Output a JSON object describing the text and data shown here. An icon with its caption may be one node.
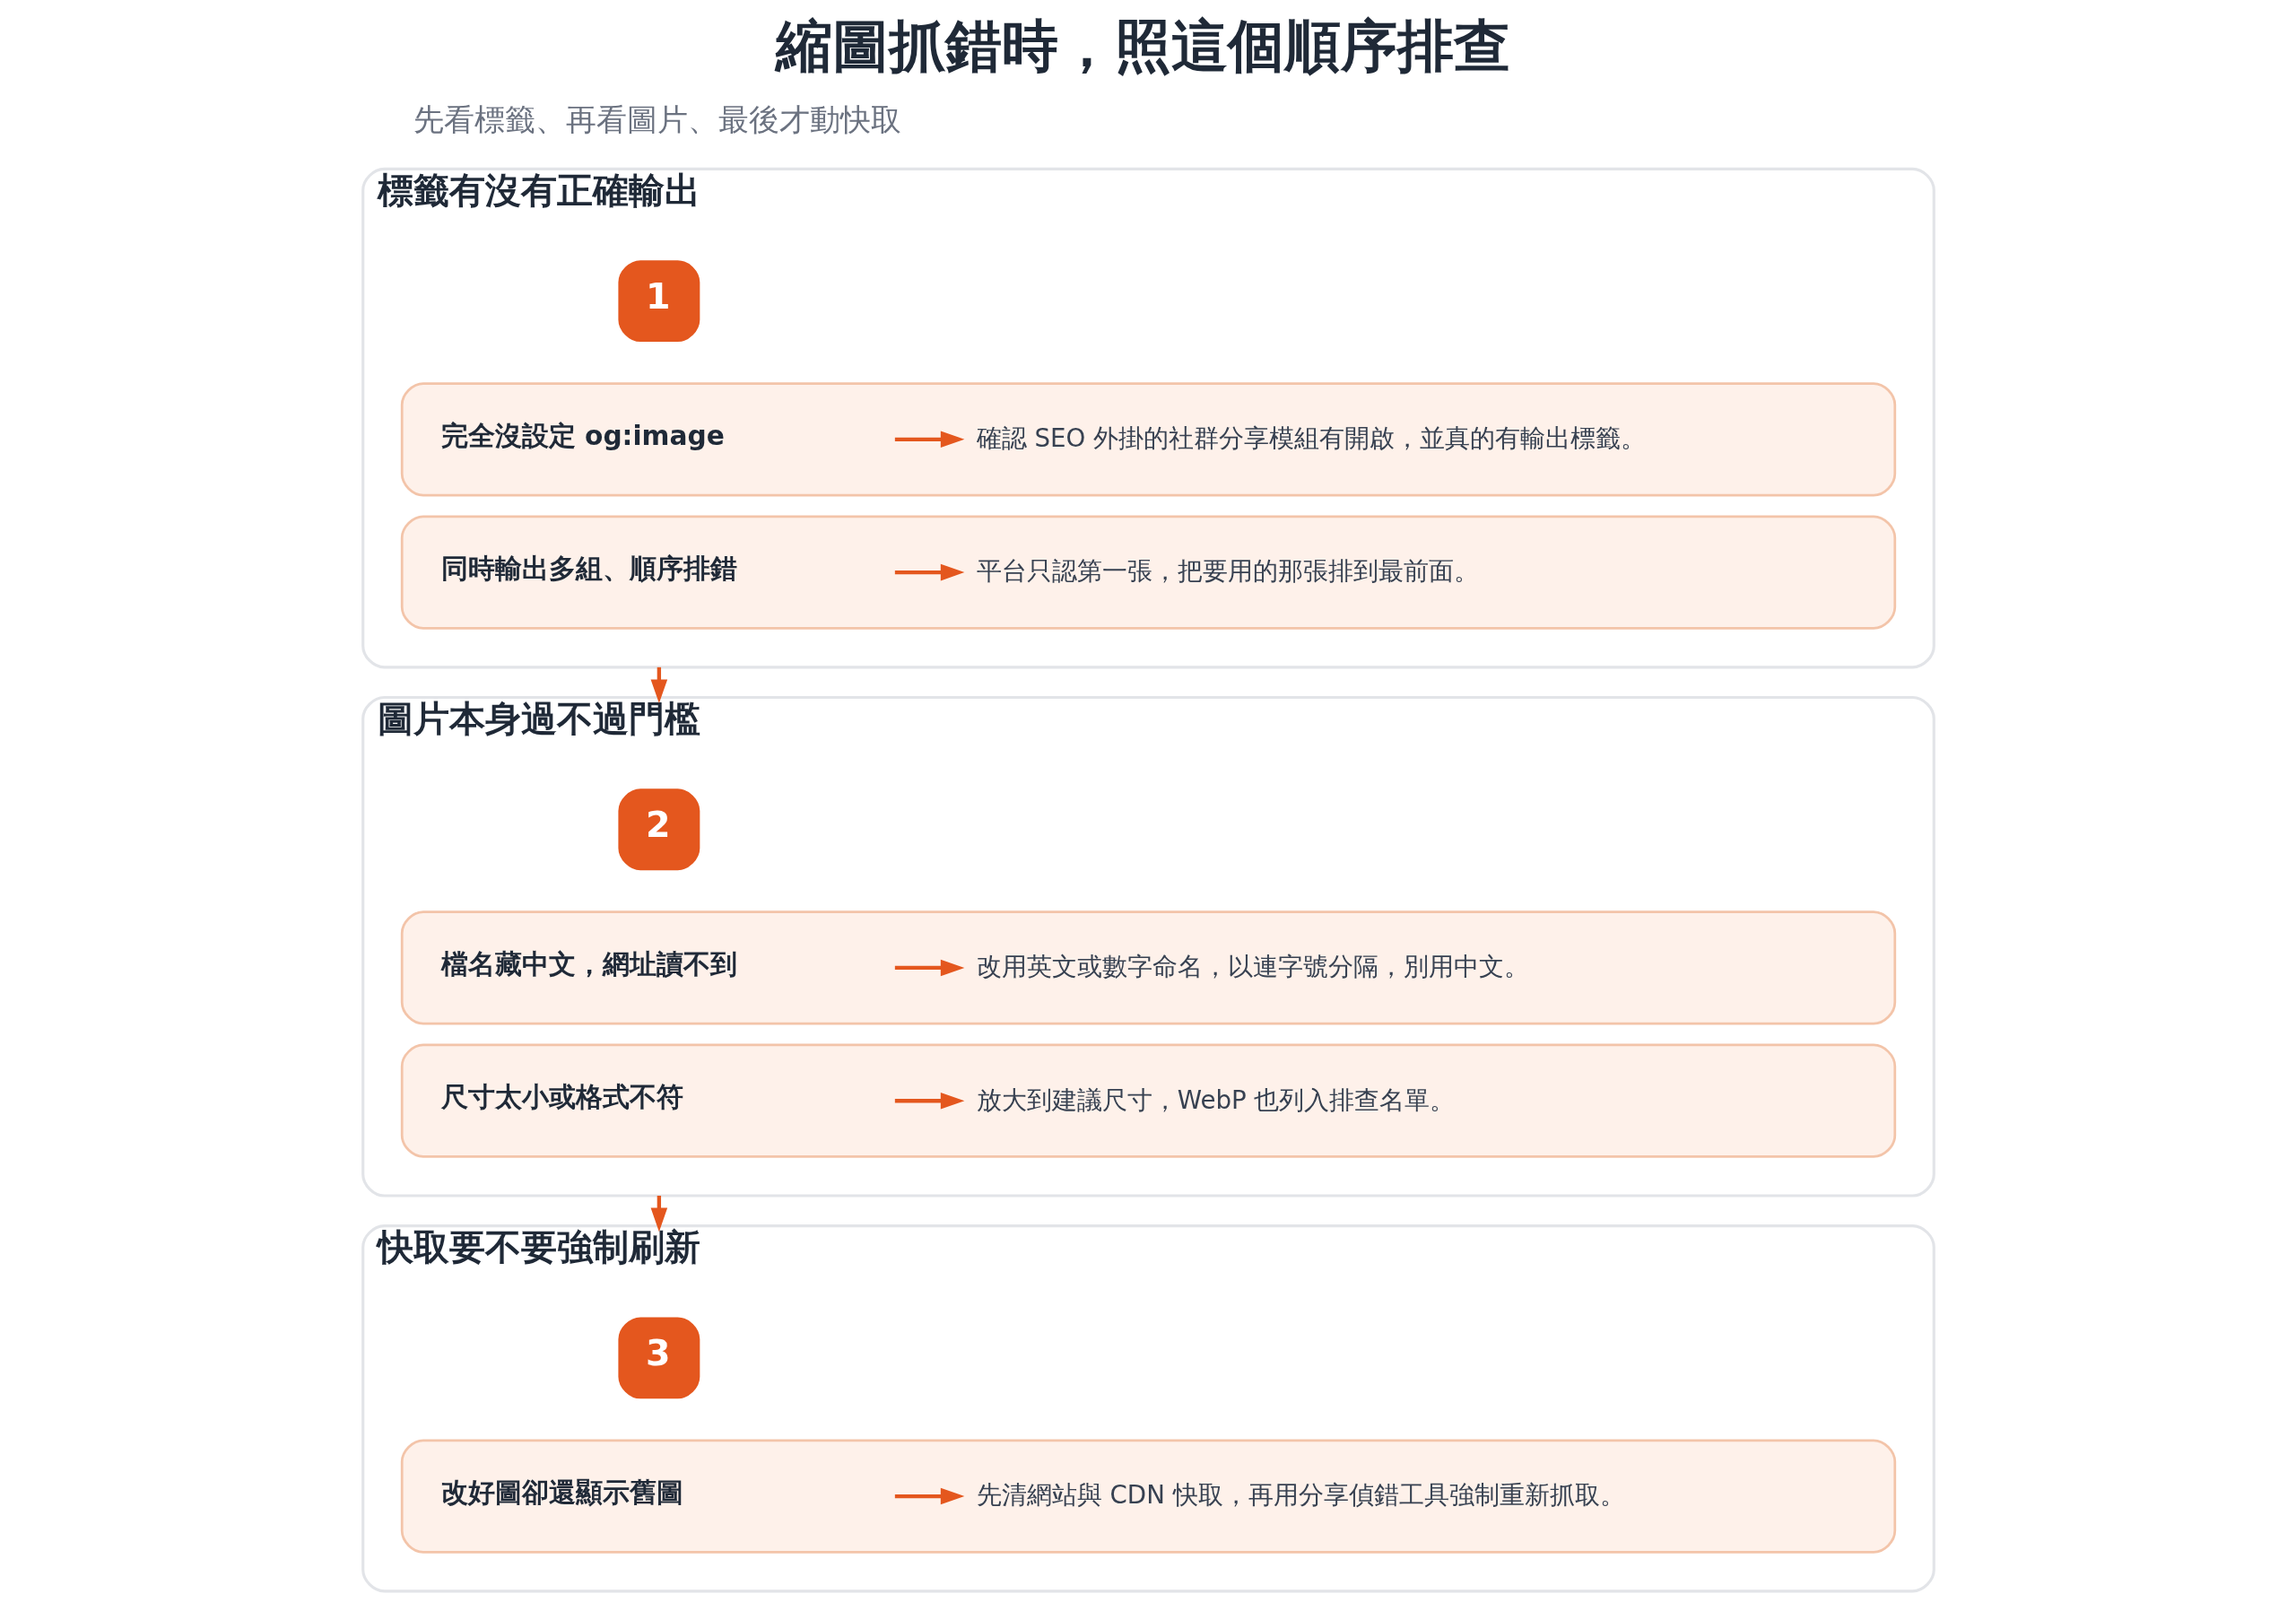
{
  "diagram": {
    "title": "縮圖抓錯時，照這個順序排查",
    "nodes": [
      {
        "text": [
          "標籤有沒有正確輸出"
        ]
      },
      {
        "text": [
          "1"
        ],
        "in": 0
      },
      {
        "text": [],
        "shape": "box",
        "in": 0
      },
      {
        "text": [
          "完全沒設定 og:image"
        ],
        "in": 2
      },
      {
        "text": [
          "確認 SEO 外掛的社群分享模組有開啟，並真的有輸出標籤。"
        ],
        "in": 2
      },
      {
        "text": [],
        "shape": "box",
        "in": 0
      },
      {
        "text": [
          "同時輸出多組、順序排錯"
        ],
        "in": 5
      },
      {
        "text": [
          "平台只認第一張，把要用的那張排到最前面。"
        ],
        "in": 5
      },
      {
        "text": [
          "圖片本身過不過門檻"
        ]
      },
      {
        "text": [
          "2"
        ],
        "in": 8
      },
      {
        "text": [],
        "shape": "box",
        "in": 8
      },
      {
        "text": [
          "檔名藏中文，網址讀不到"
        ],
        "in": 10
      },
      {
        "text": [
          "改用英文或數字命名，以連字號分隔，別用中文。"
        ],
        "in": 10
      },
      {
        "text": [],
        "shape": "box",
        "in": 8
      },
      {
        "text": [
          "尺寸太小或格式不符"
        ],
        "in": 13
      },
      {
        "text": [
          "放大到建議尺寸，WebP 也列入排查名單。"
        ],
        "in": 13
      },
      {
        "text": [
          "快取要不要強制刷新"
        ]
      },
      {
        "text": [
          "3"
        ],
        "in": 16
      },
      {
        "text": [],
        "shape": "box",
        "in": 16
      },
      {
        "text": [
          "改好圖卻還顯示舊圖"
        ],
        "in": 18
      },
      {
        "text": [
          "先清網站與 CDN 快取，再用分享偵錯工具強制重新抓取。"
        ],
        "in": 18
      }
    ],
    "edges": [
      {
        "from": 3,
        "to": 4,
        "arrow": "to"
      },
      {
        "from": 6,
        "to": 7,
        "arrow": "to"
      },
      {
        "from": 0,
        "to": 8,
        "arrow": "to"
      },
      {
        "from": 11,
        "to": 12,
        "arrow": "to"
      },
      {
        "from": 14,
        "to": 15,
        "arrow": "to"
      },
      {
        "from": 8,
        "to": 16,
        "arrow": "to"
      },
      {
        "from": 19,
        "to": 20,
        "arrow": "to"
      }
    ],
    "labels": [
      "先看標籤、再看圖片、最後才動快取"
    ]
  }
}
